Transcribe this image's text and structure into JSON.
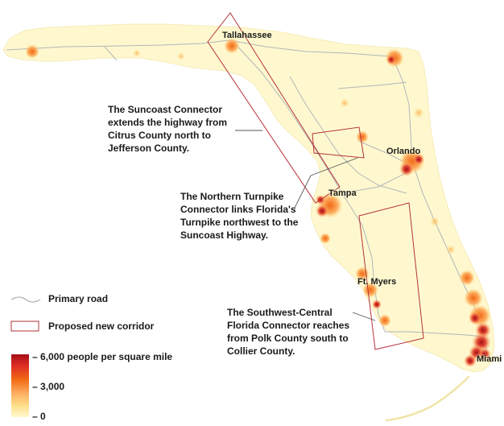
{
  "cities": [
    {
      "id": "tallahassee",
      "name": "Tallahassee"
    },
    {
      "id": "orlando",
      "name": "Orlando"
    },
    {
      "id": "tampa",
      "name": "Tampa"
    },
    {
      "id": "ft-myers",
      "name": "Ft. Myers"
    },
    {
      "id": "miami",
      "name": "Miami"
    }
  ],
  "annotations": {
    "suncoast": {
      "lines": [
        "The Suncoast Connector",
        "extends the highway from",
        "Citrus County north to",
        "Jefferson County."
      ]
    },
    "northern_turnpike": {
      "lines": [
        "The Northern Turnpike",
        "Connector links Florida's",
        "Turnpike northwest to the",
        "Suncoast Highway."
      ]
    },
    "southwest_central": {
      "lines": [
        "The Southwest-Central",
        "Florida Connector reaches",
        "from Polk County south to",
        "Collier County."
      ]
    }
  },
  "legend": {
    "primary_road": "Primary road",
    "proposed_corridor": "Proposed new corridor",
    "density_high": "6,000 people per square mile",
    "density_mid": "3,000",
    "density_low": "0"
  },
  "colors": {
    "land": "#fff8cf",
    "road": "#a9afb6",
    "corridor": "#b5333a",
    "density_high": "#a50f15",
    "density_mid": "#f16913",
    "density_low": "#fff8cf"
  }
}
